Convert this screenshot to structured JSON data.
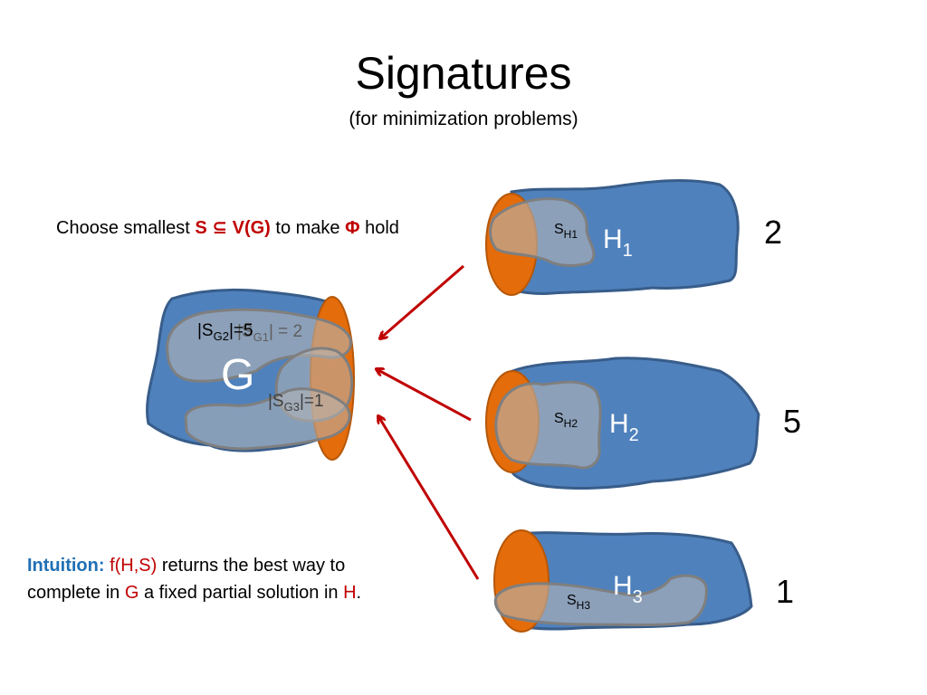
{
  "title": "Signatures",
  "subtitle": "(for minimization problems)",
  "choose": {
    "prefix": "Choose smallest ",
    "s_expr": "S ⊆ V(G)",
    "middle": " to make ",
    "phi": "Φ",
    "suffix": " hold"
  },
  "intuition": {
    "label": "Intuition:",
    "func": "f(H,S)",
    "text1": " returns the best way to",
    "text2a": "complete in ",
    "g": "G",
    "text2b": " a fixed partial solution in ",
    "h": "H",
    "end": "."
  },
  "graph_g": {
    "label": "G",
    "sg1": {
      "pre": "|S",
      "sub": "G1",
      "post": "| = 2"
    },
    "sg2": {
      "pre": "|S",
      "sub": "G2",
      "post": "|=5"
    },
    "sg3": {
      "pre": "|S",
      "sub": "G3",
      "post": "|=1"
    }
  },
  "graphs_h": [
    {
      "label": "H",
      "sub": "1",
      "s_label": "S",
      "s_sub": "H1",
      "value": "2"
    },
    {
      "label": "H",
      "sub": "2",
      "s_label": "S",
      "s_sub": "H2",
      "value": "5"
    },
    {
      "label": "H",
      "sub": "3",
      "s_label": "S",
      "s_sub": "H3",
      "value": "1"
    }
  ],
  "colors": {
    "blob_fill": "#4f81bd",
    "blob_stroke": "#385d8a",
    "boundary_fill": "#e46c0a",
    "boundary_stroke": "#b65708",
    "overlay_fill": "#b6b6b6",
    "arrow": "#c00000"
  }
}
